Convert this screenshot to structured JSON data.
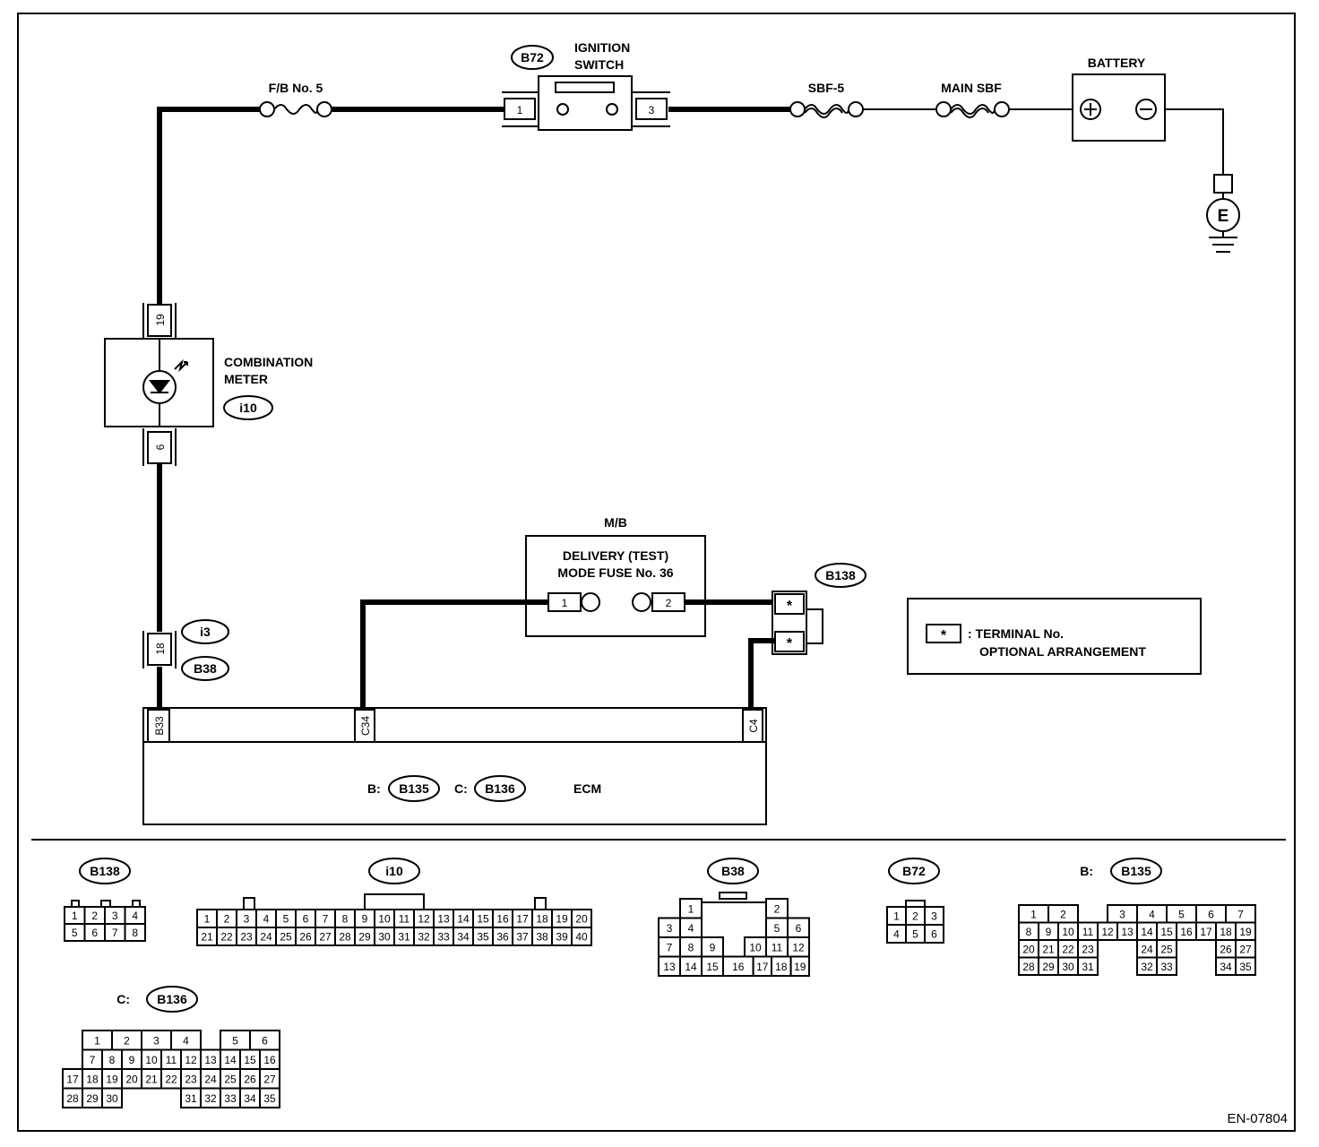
{
  "diagram_id": "EN-07804",
  "colors": {
    "line": "#000000",
    "background": "#ffffff"
  },
  "components": {
    "fb_fuse": {
      "label": "F/B No. 5"
    },
    "ignition_switch": {
      "connector": "B72",
      "label_line1": "IGNITION",
      "label_line2": "SWITCH",
      "pin_in": "1",
      "pin_out": "3"
    },
    "sbf5": {
      "label": "SBF-5"
    },
    "main_sbf": {
      "label": "MAIN SBF"
    },
    "battery": {
      "label": "BATTERY",
      "plus": "+",
      "minus": "−"
    },
    "ground": {
      "label": "E"
    },
    "combination_meter": {
      "label_line1": "COMBINATION",
      "label_line2": "METER",
      "connector": "i10",
      "pin_top": "19",
      "pin_bottom": "6"
    },
    "joint_connector": {
      "pin": "18",
      "connectors": [
        "i3",
        "B38"
      ]
    },
    "mb": {
      "label": "M/B",
      "fuse_line1": "DELIVERY (TEST)",
      "fuse_line2": "MODE FUSE No. 36",
      "pin_left": "1",
      "pin_right": "2"
    },
    "b138": {
      "connector": "B138",
      "pins": [
        "*",
        "*"
      ]
    },
    "legend": {
      "symbol": "*",
      "line1": ": TERMINAL No.",
      "line2": "OPTIONAL ARRANGEMENT"
    },
    "ecm": {
      "label": "ECM",
      "prefix_b": "B:",
      "connector_b": "B135",
      "prefix_c": "C:",
      "connector_c": "B136",
      "terminals": [
        "B33",
        "C34",
        "C4"
      ]
    }
  },
  "connector_views": {
    "b138": {
      "name": "B138",
      "rows": [
        [
          "1",
          "2",
          "3",
          "4"
        ],
        [
          "5",
          "6",
          "7",
          "8"
        ]
      ]
    },
    "i10": {
      "name": "i10",
      "rows": [
        [
          "1",
          "2",
          "3",
          "4",
          "5",
          "6",
          "7",
          "8",
          "9",
          "10",
          "11",
          "12",
          "13",
          "14",
          "15",
          "16",
          "17",
          "18",
          "19",
          "20"
        ],
        [
          "21",
          "22",
          "23",
          "24",
          "25",
          "26",
          "27",
          "28",
          "29",
          "30",
          "31",
          "32",
          "33",
          "34",
          "35",
          "36",
          "37",
          "38",
          "39",
          "40"
        ]
      ]
    },
    "b38": {
      "name": "B38",
      "rows": [
        [
          "1",
          "2"
        ],
        [
          "3",
          "4",
          "5",
          "6"
        ],
        [
          "7",
          "8",
          "9",
          "10",
          "11",
          "12"
        ],
        [
          "13",
          "14",
          "15",
          "16",
          "17",
          "18",
          "19"
        ]
      ]
    },
    "b72": {
      "name": "B72",
      "rows": [
        [
          "1",
          "2",
          "3"
        ],
        [
          "4",
          "5",
          "6"
        ]
      ]
    },
    "b135": {
      "prefix": "B:",
      "name": "B135",
      "rows": [
        [
          "1",
          "2",
          "3",
          "4",
          "5",
          "6",
          "7"
        ],
        [
          "8",
          "9",
          "10",
          "11",
          "12",
          "13",
          "14",
          "15",
          "16",
          "17",
          "18",
          "19"
        ],
        [
          "20",
          "21",
          "22",
          "23",
          "24",
          "25",
          "26",
          "27"
        ],
        [
          "28",
          "29",
          "30",
          "31",
          "32",
          "33",
          "34",
          "35"
        ]
      ]
    },
    "b136": {
      "prefix": "C:",
      "name": "B136",
      "rows": [
        [
          "1",
          "2",
          "3",
          "4",
          "5",
          "6"
        ],
        [
          "7",
          "8",
          "9",
          "10",
          "11",
          "12",
          "13",
          "14",
          "15",
          "16"
        ],
        [
          "17",
          "18",
          "19",
          "20",
          "21",
          "22",
          "23",
          "24",
          "25",
          "26",
          "27"
        ],
        [
          "28",
          "29",
          "30",
          "31",
          "32",
          "33",
          "34",
          "35"
        ]
      ]
    }
  }
}
